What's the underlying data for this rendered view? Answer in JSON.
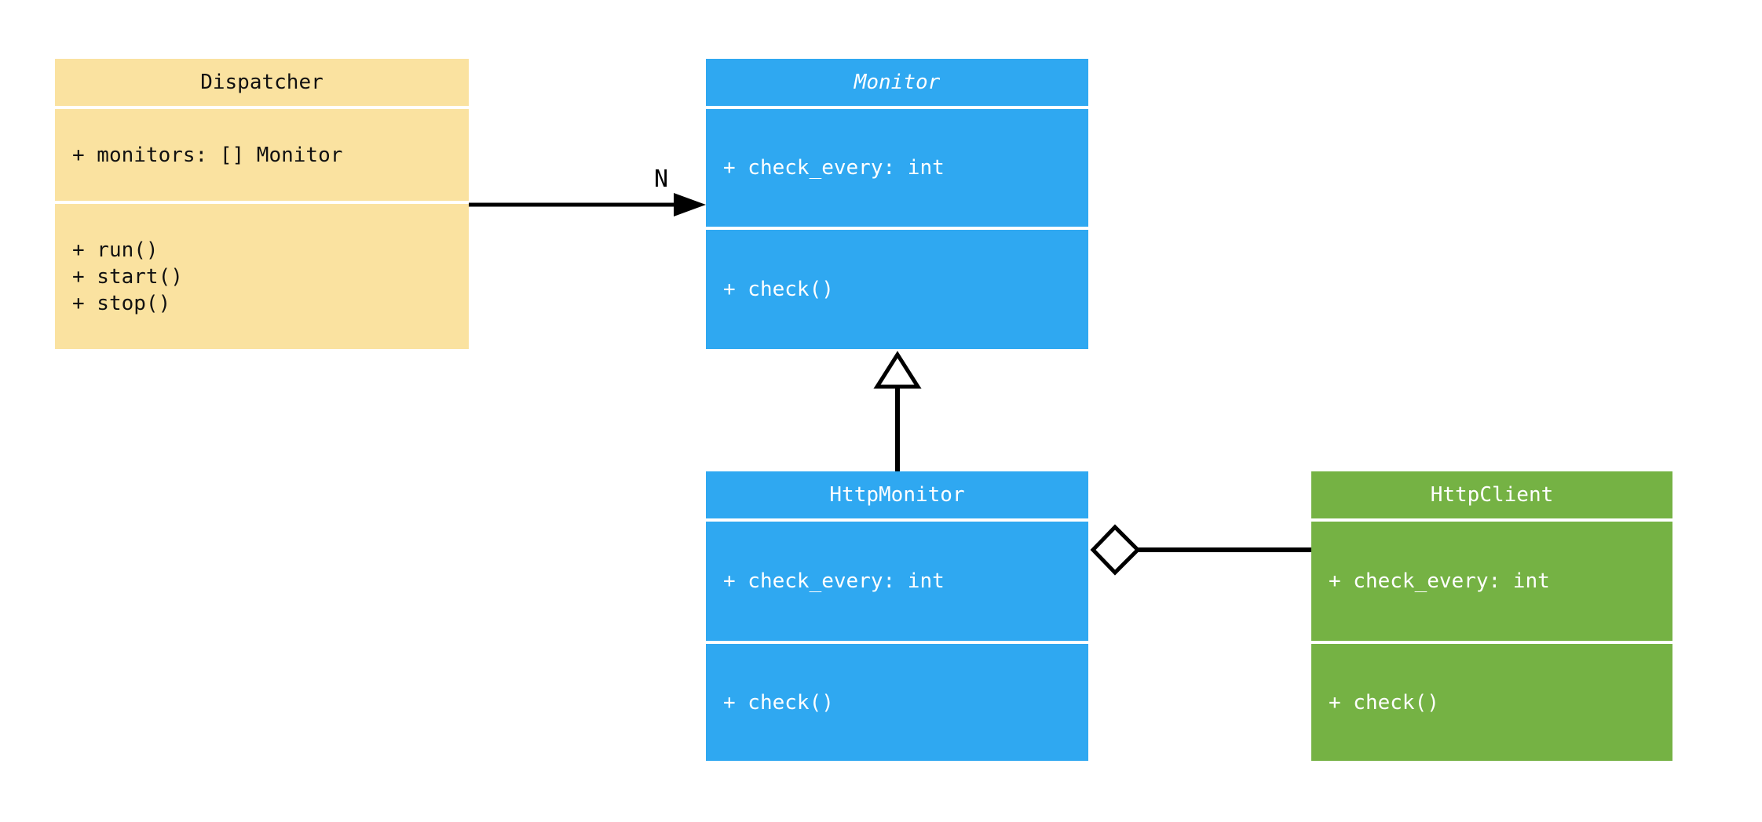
{
  "diagram": {
    "classes": {
      "dispatcher": {
        "name": "Dispatcher",
        "attributes": [
          "+ monitors: [] Monitor"
        ],
        "methods": [
          "+ run()",
          "+ start()",
          "+ stop()"
        ],
        "fill": "#FAE2A0",
        "text_color": "#111111",
        "abstract": false
      },
      "monitor": {
        "name": "Monitor",
        "attributes": [
          "+ check_every: int"
        ],
        "methods": [
          "+ check()"
        ],
        "fill": "#2FA8F1",
        "text_color": "#FFFFFF",
        "abstract": true
      },
      "http_monitor": {
        "name": "HttpMonitor",
        "attributes": [
          "+ check_every: int"
        ],
        "methods": [
          "+ check()"
        ],
        "fill": "#2FA8F1",
        "text_color": "#FFFFFF",
        "abstract": false
      },
      "http_client": {
        "name": "HttpClient",
        "attributes": [
          "+ check_every: int"
        ],
        "methods": [
          "+ check()"
        ],
        "fill": "#75B244",
        "text_color": "#FFFFFF",
        "abstract": false
      }
    },
    "relations": {
      "dispatcher_monitor": {
        "type": "association",
        "from": "Dispatcher",
        "to": "Monitor",
        "label": "N"
      },
      "httpmonitor_monitor": {
        "type": "inheritance",
        "from": "HttpMonitor",
        "to": "Monitor"
      },
      "httpmonitor_httpclient": {
        "type": "aggregation",
        "from": "HttpMonitor",
        "to": "HttpClient"
      }
    },
    "colors": {
      "connector": "#000000",
      "background": "#FFFFFF"
    }
  }
}
